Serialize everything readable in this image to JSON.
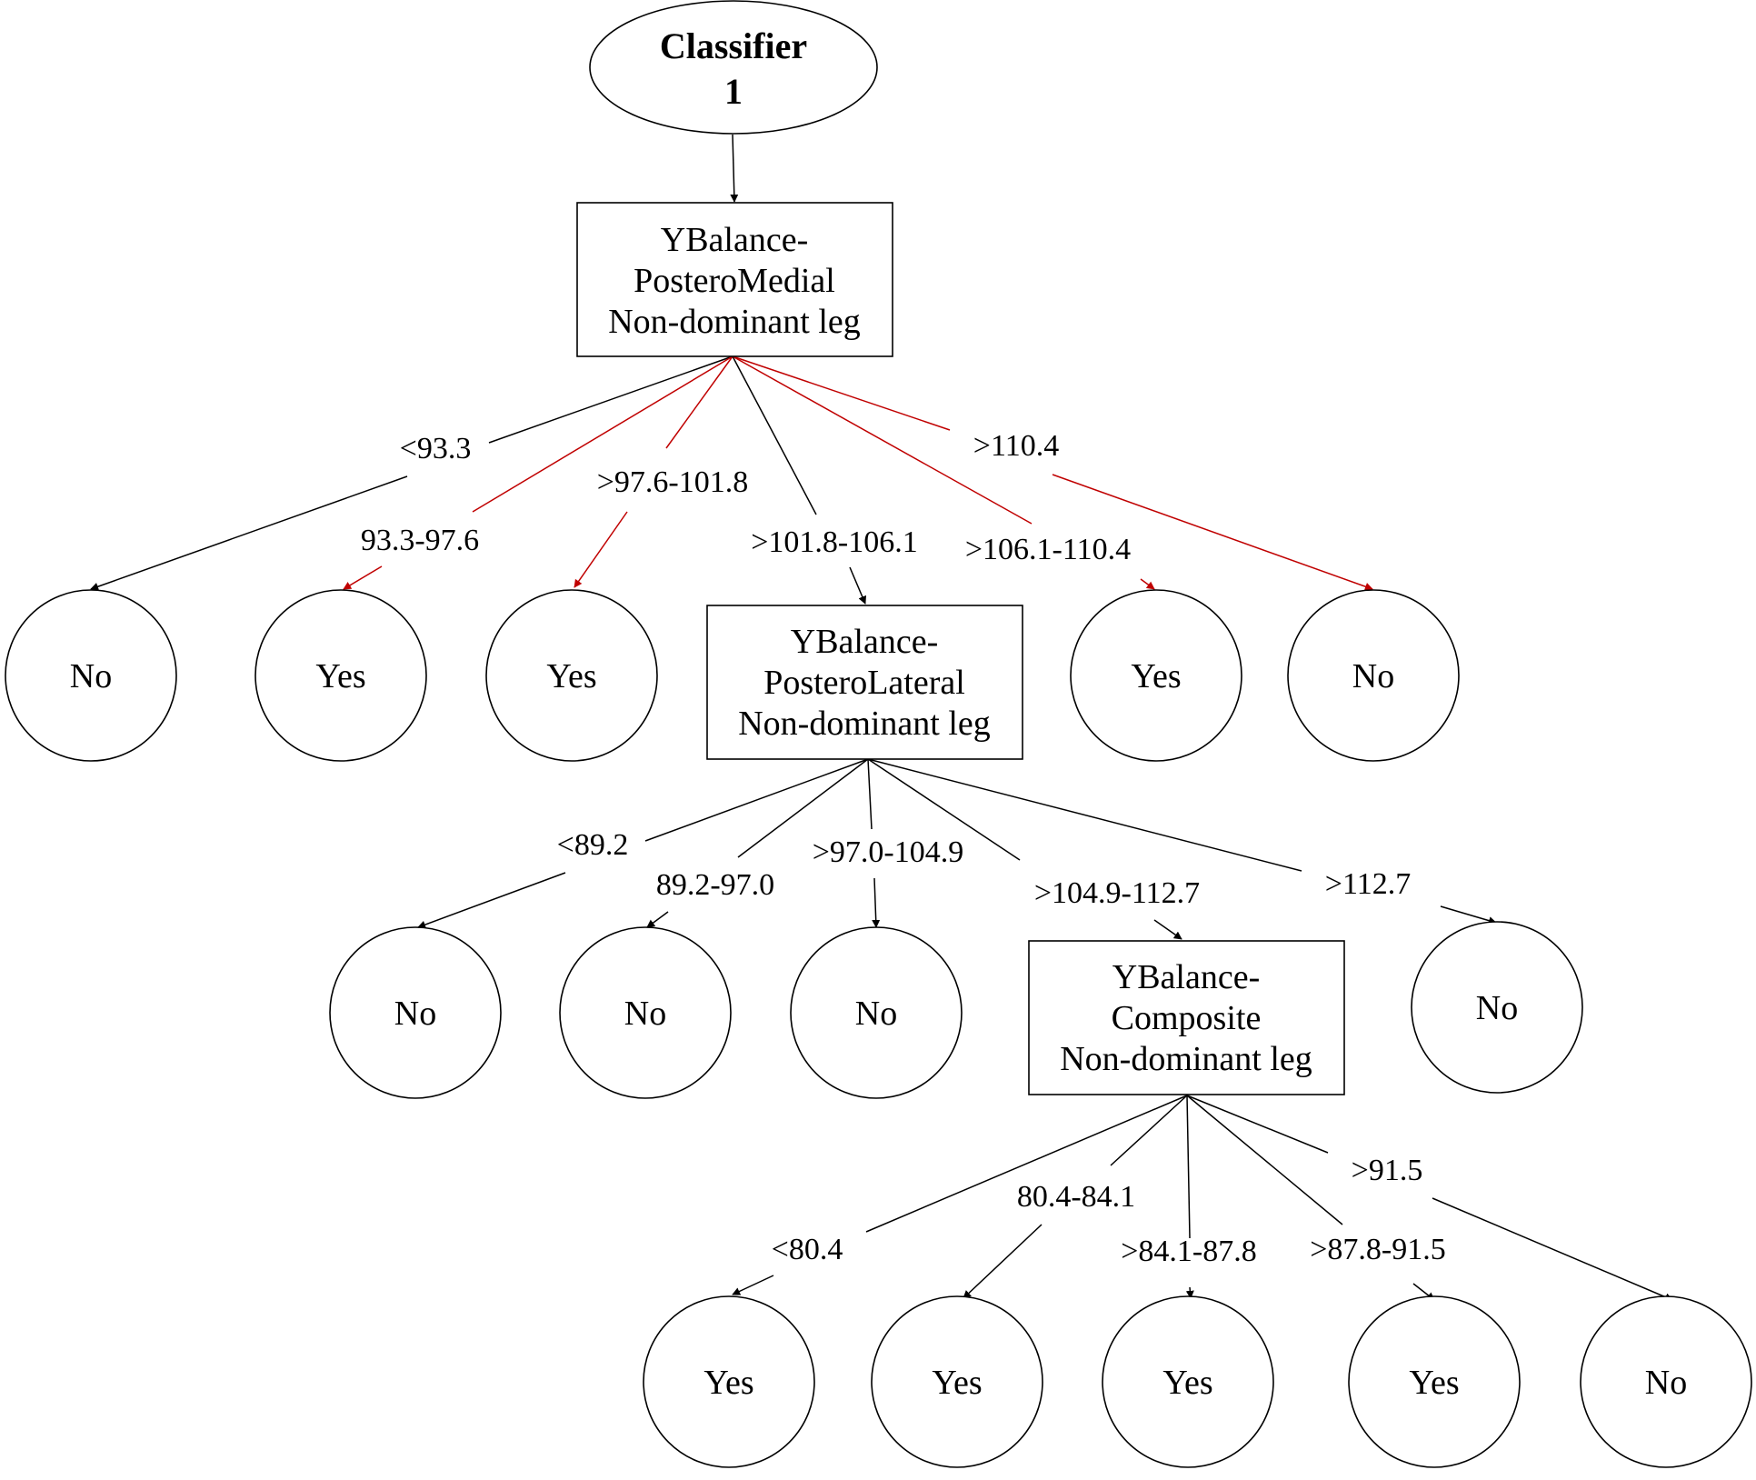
{
  "root": {
    "lines": [
      "Classifier",
      "1"
    ]
  },
  "nodes": {
    "pm": {
      "lines": [
        "YBalance-",
        "PosteroMedial",
        "Non-dominant leg"
      ]
    },
    "pl": {
      "lines": [
        "YBalance-",
        "PosteroLateral",
        "Non-dominant leg"
      ]
    },
    "comp": {
      "lines": [
        "YBalance-",
        "Composite",
        "Non-dominant leg"
      ]
    }
  },
  "leaves": {
    "l1": "No",
    "l2": "Yes",
    "l3": "Yes",
    "l4": "Yes",
    "l5": "No",
    "m1": "No",
    "m2": "No",
    "m3": "No",
    "m4": "No",
    "b1": "Yes",
    "b2": "Yes",
    "b3": "Yes",
    "b4": "Yes",
    "b5": "No"
  },
  "edges": {
    "pm": [
      "<93.3",
      "93.3-97.6",
      ">97.6-101.8",
      ">101.8-106.1",
      ">106.1-110.4",
      ">110.4"
    ],
    "pl": [
      "<89.2",
      "89.2-97.0",
      ">97.0-104.9",
      ">104.9-112.7",
      ">112.7"
    ],
    "comp": [
      "<80.4",
      "80.4-84.1",
      ">84.1-87.8",
      ">87.8-91.5",
      ">91.5"
    ]
  },
  "colors": {
    "highlight_edge": "#c00000",
    "default_edge": "#000000"
  }
}
